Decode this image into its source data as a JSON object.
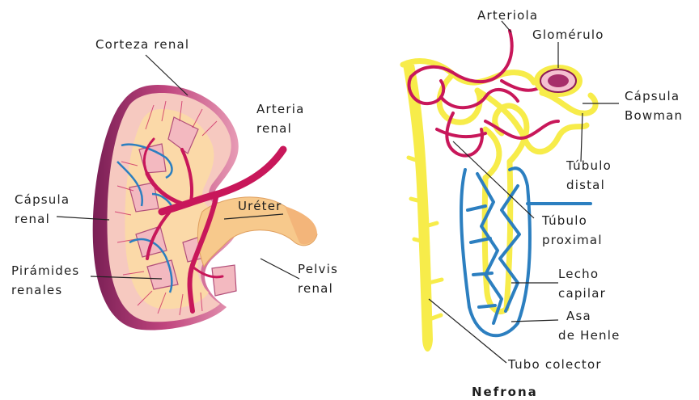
{
  "kidney_labels": {
    "corteza": "Corteza renal",
    "arteria_1": "Arteria",
    "arteria_2": "renal",
    "capsula_1": "Cápsula",
    "capsula_2": "renal",
    "ureter": "Uréter",
    "piramides_1": "Pirámides",
    "piramides_2": "renales",
    "pelvis_1": "Pelvis",
    "pelvis_2": "renal"
  },
  "nephron_labels": {
    "arteriola": "Arteriola",
    "glomerulo": "Glomérulo",
    "capsula_bowman_1": "Cápsula",
    "capsula_bowman_2": "Bowman",
    "tubulo_distal_1": "Túbulo",
    "tubulo_distal_2": "distal",
    "tubulo_proximal_1": "Túbulo",
    "tubulo_proximal_2": "proximal",
    "lecho_1": "Lecho",
    "lecho_2": "capilar",
    "asa_1": "Asa",
    "asa_2": "de Henle",
    "tubo_colector": "Tubo colector"
  },
  "nephron_caption": "Nefrona",
  "colors": {
    "artery": "#c8175a",
    "vein": "#2c7fc0",
    "tubule": "#f7ec4a",
    "cortex": "#f6c9c0",
    "medulla": "#fbd9a8",
    "pelvis": "#f7c98c",
    "leader": "#222222"
  }
}
